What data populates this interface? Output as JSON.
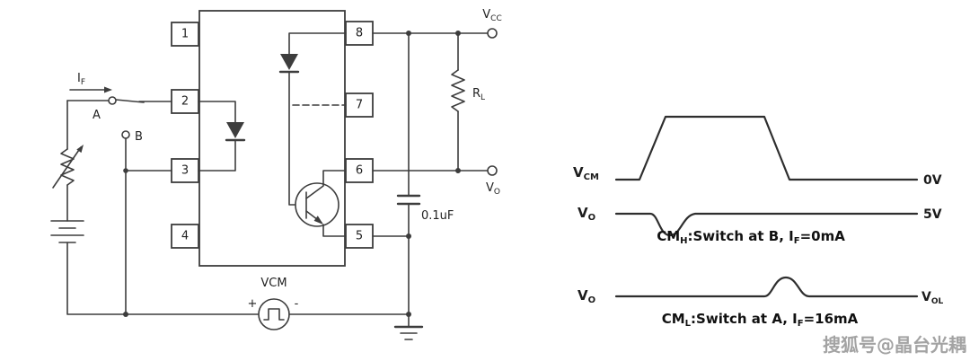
{
  "circuit": {
    "pins": [
      "1",
      "2",
      "3",
      "4",
      "5",
      "6",
      "7",
      "8"
    ],
    "if_label": {
      "main": "I",
      "sub": "F"
    },
    "switch": {
      "contact_a": "A",
      "contact_b": "B"
    },
    "vcc": {
      "main": "V",
      "sub": "CC"
    },
    "rl": {
      "main": "R",
      "sub": "L"
    },
    "vo": {
      "main": "V",
      "sub": "O"
    },
    "cap_value": "0.1uF",
    "vcm": {
      "label": "VCM",
      "plus": "+",
      "minus": "-"
    }
  },
  "waveforms": {
    "vcm": {
      "sig_main": "V",
      "sig_sub": "CM",
      "level": "0V"
    },
    "vo_cmh": {
      "sig_main": "V",
      "sig_sub": "O",
      "level": "5V",
      "cap1": "CM",
      "cap1_sub": "H",
      "cap2": ":Switch at  B, I",
      "cap2_sub": "F",
      "cap3": "=0mA"
    },
    "vo_cml": {
      "sig_main": "V",
      "sig_sub": "O",
      "level_main": "V",
      "level_sub": "OL",
      "cap1": "CM",
      "cap1_sub": "L",
      "cap2": ":Switch at A, I",
      "cap2_sub": "F",
      "cap3": "=16mA"
    }
  },
  "watermark": "搜狐号@晶台光耦"
}
